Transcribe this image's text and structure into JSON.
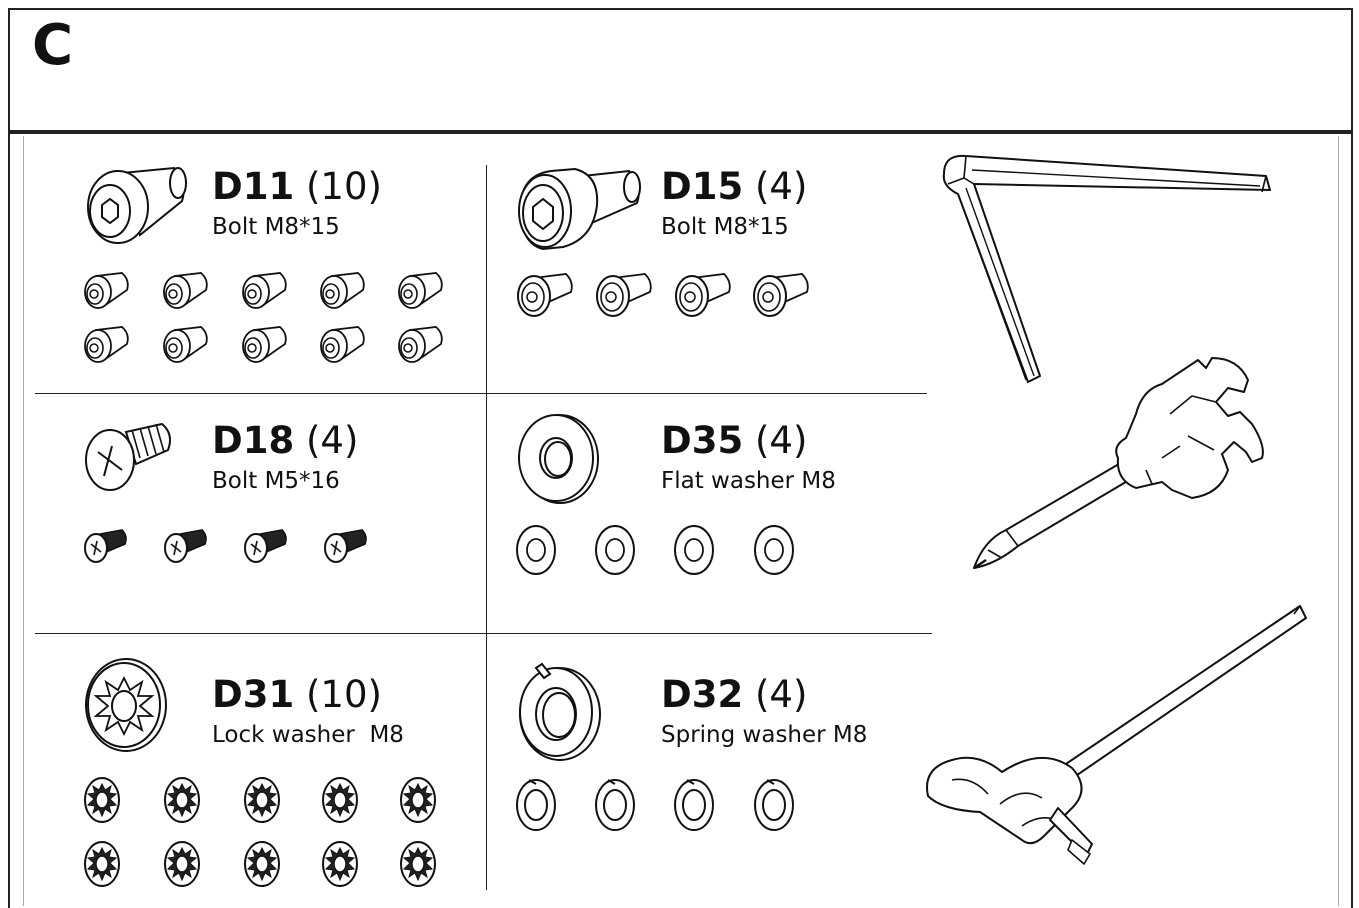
{
  "section": {
    "letter": "C"
  },
  "parts": [
    {
      "code": "D11",
      "qty": "(10)",
      "desc": "Bolt M8*15",
      "icon": "button-head-hex-bolt-icon"
    },
    {
      "code": "D15",
      "qty": "(4)",
      "desc": "Bolt M8*15",
      "icon": "socket-cap-bolt-icon"
    },
    {
      "code": "D18",
      "qty": "(4)",
      "desc": "Bolt M5*16",
      "icon": "phillips-pan-head-bolt-icon"
    },
    {
      "code": "D35",
      "qty": "(4)",
      "desc": "Flat washer M8",
      "icon": "flat-washer-icon"
    },
    {
      "code": "D31",
      "qty": "(10)",
      "desc": "Lock washer  M8",
      "icon": "toothed-lock-washer-icon"
    },
    {
      "code": "D32",
      "qty": "(4)",
      "desc": "Spring washer M8",
      "icon": "spring-washer-icon"
    }
  ],
  "tools": [
    "l-hex-key-icon",
    "multi-wrench-screwdriver-icon",
    "t-handle-hex-key-icon"
  ]
}
